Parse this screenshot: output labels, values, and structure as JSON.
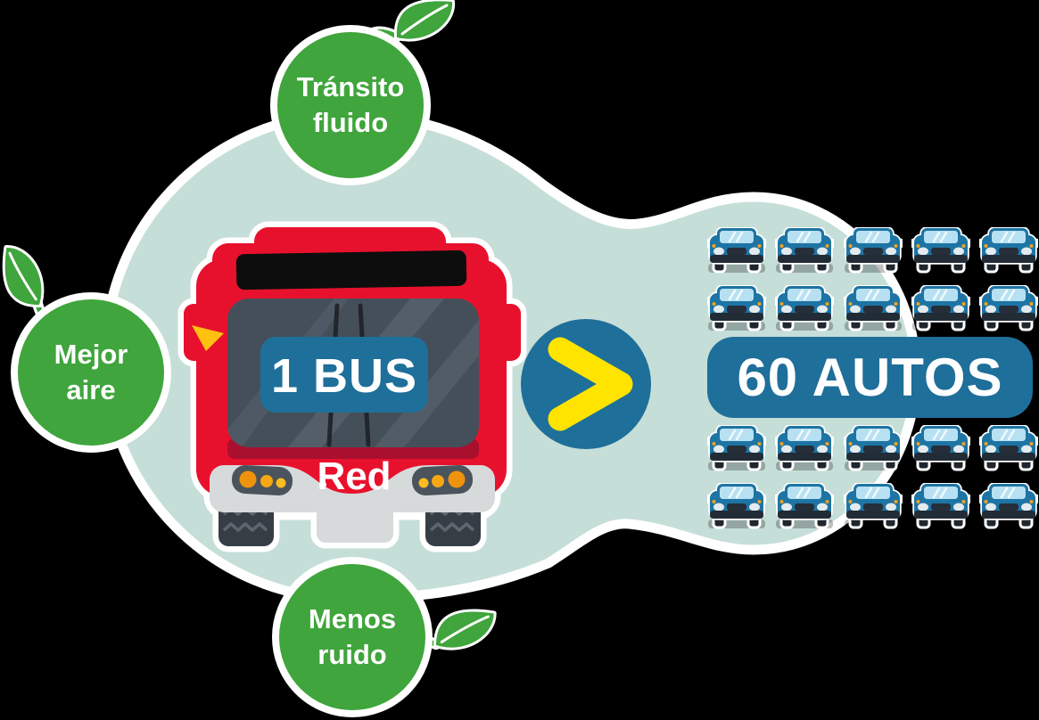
{
  "background_color": "#000000",
  "blob_color": "#c6ded8",
  "badges": {
    "color": "#3fa53c",
    "top": {
      "label": "Tránsito fluido"
    },
    "left": {
      "label": "Mejor aire"
    },
    "bottom": {
      "label": "Menos ruido"
    }
  },
  "bus": {
    "panel_label": "1 BUS",
    "brand": "Red",
    "body_color": "#e8112d",
    "panel_color": "#1e6f9a",
    "mirror_color": "#fec110",
    "headlight_color": "#f0930c"
  },
  "comparison": {
    "operator": ">",
    "meaning": "greater than",
    "circle_color": "#1e6f9a",
    "symbol_color": "#ffe400"
  },
  "autos": {
    "label": "60 AUTOS",
    "banner_color": "#1e6f9a",
    "icon_count": 20,
    "icon_grid": {
      "rows": 4,
      "columns": 5
    },
    "icon_color": "#1e74a3"
  }
}
